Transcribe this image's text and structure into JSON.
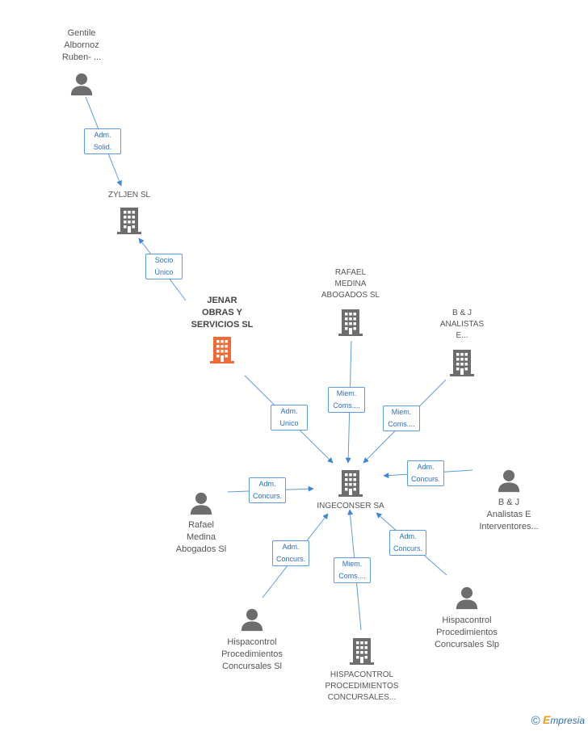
{
  "colors": {
    "edge": "#5b9be0",
    "node": "#6d6d6d",
    "highlight": "#f26a36"
  },
  "nodes": [
    {
      "id": "gentile",
      "kind": "person",
      "label": "Gentile\nAlbornoz\nRuben- ..."
    },
    {
      "id": "zyljen",
      "kind": "company",
      "label": "ZYLJEN SL"
    },
    {
      "id": "jenar",
      "kind": "company",
      "label": "JENAR\nOBRAS Y\nSERVICIOS SL",
      "main": true
    },
    {
      "id": "rafael_sl",
      "kind": "company",
      "label": "RAFAEL\nMEDINA\nABOGADOS  SL"
    },
    {
      "id": "bj_top",
      "kind": "company",
      "label": "B & J\nANALISTAS\nE..."
    },
    {
      "id": "ingeconser",
      "kind": "company",
      "label": "INGECONSER SA"
    },
    {
      "id": "rafael_person",
      "kind": "person",
      "label": "Rafael\nMedina\nAbogados Sl"
    },
    {
      "id": "bj_person",
      "kind": "person",
      "label": "B & J\nAnalistas E\nInterventores..."
    },
    {
      "id": "hisp_sl",
      "kind": "person",
      "label": "Hispacontrol\nProcedimientos\nConcursales Sl"
    },
    {
      "id": "hisp_company",
      "kind": "company",
      "label": "HISPACONTROL\nPROCEDIMIENTOS\nCONCURSALES..."
    },
    {
      "id": "hisp_slp",
      "kind": "person",
      "label": "Hispacontrol\nProcedimientos\nConcursales Slp"
    }
  ],
  "edges": [
    {
      "from": "gentile",
      "to": "zyljen",
      "label": "Adm.\nSolid."
    },
    {
      "from": "jenar",
      "to": "zyljen",
      "label": "Socio\nÚnico"
    },
    {
      "from": "jenar",
      "to": "ingeconser",
      "label": "Adm.\nUnico"
    },
    {
      "from": "rafael_sl",
      "to": "ingeconser",
      "label": "Miem.\nComs...."
    },
    {
      "from": "bj_top",
      "to": "ingeconser",
      "label": "Miem.\nComs...."
    },
    {
      "from": "bj_person",
      "to": "ingeconser",
      "label": "Adm.\nConcurs."
    },
    {
      "from": "rafael_person",
      "to": "ingeconser",
      "label": "Adm.\nConcurs."
    },
    {
      "from": "hisp_sl",
      "to": "ingeconser",
      "label": "Adm.\nConcurs."
    },
    {
      "from": "hisp_company",
      "to": "ingeconser",
      "label": "Miem.\nComs...."
    },
    {
      "from": "hisp_slp",
      "to": "ingeconser",
      "label": "Adm.\nConcurs."
    }
  ],
  "footer": {
    "copyright": "©",
    "brand_initial": "E",
    "brand_rest": "mpresia"
  }
}
